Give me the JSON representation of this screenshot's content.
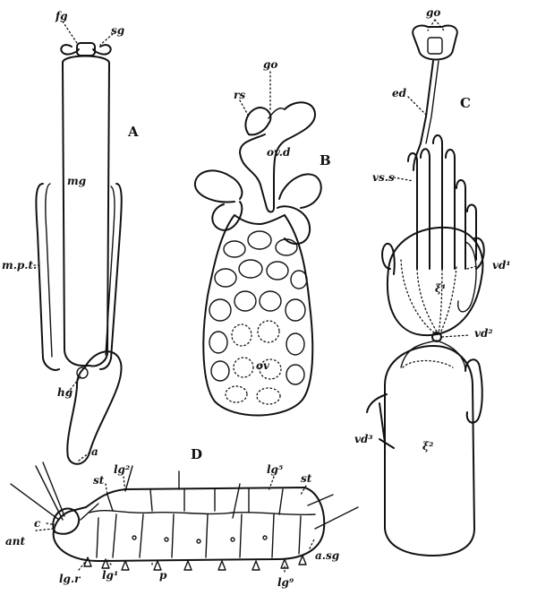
{
  "figure": {
    "panels": {
      "A": "A",
      "B": "B",
      "C": "C",
      "D": "D"
    },
    "labels_a": {
      "fg": "fg",
      "sg": "sg",
      "mg": "mg",
      "mpt": "m.p.t.",
      "hg": "hg",
      "a": "a"
    },
    "labels_b": {
      "go": "go",
      "rs": "rs",
      "ovd": "ov.d",
      "ov": "ov"
    },
    "labels_c": {
      "go": "go",
      "ed": "ed",
      "vss": "vs.s",
      "vd1": "vd¹",
      "t1": "ξ¹",
      "vd2": "vd²",
      "vd3": "vd³",
      "t2": "ξ²"
    },
    "labels_d": {
      "ant": "ant",
      "c": "c",
      "st_left": "st",
      "lg2": "lg²",
      "lg5": "lg⁵",
      "st_right": "st",
      "lgr": "lg.r",
      "lg1": "lg¹",
      "p": "p",
      "lg9": "lg⁹",
      "asg": "a.sg"
    }
  }
}
